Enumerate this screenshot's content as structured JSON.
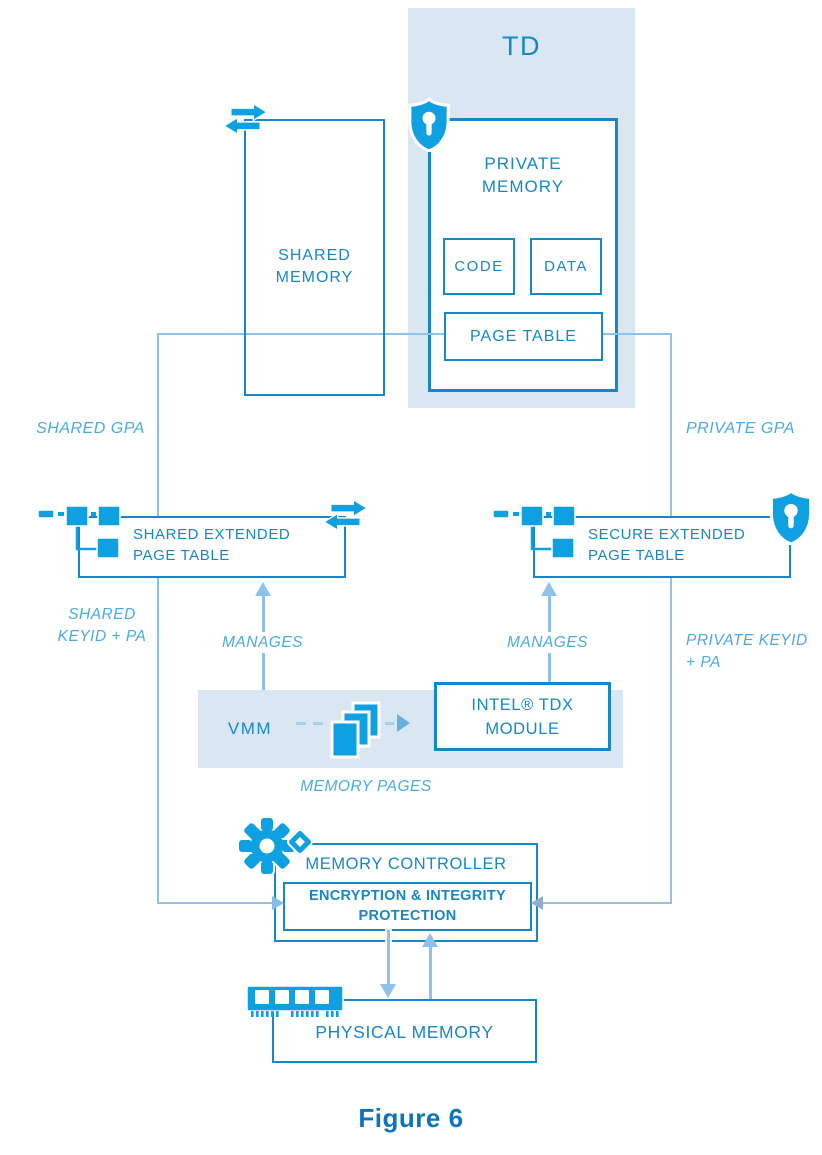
{
  "diagram": {
    "td": {
      "title": "TD"
    },
    "shared_memory": {
      "label": "SHARED\nMEMORY"
    },
    "private_memory": {
      "label": "PRIVATE\nMEMORY",
      "code": "CODE",
      "data": "DATA",
      "page_table": "PAGE TABLE"
    },
    "shared_ept": {
      "label": "SHARED EXTENDED\nPAGE TABLE"
    },
    "secure_ept": {
      "label": "SECURE EXTENDED\nPAGE TABLE"
    },
    "vmm": {
      "label": "VMM"
    },
    "tdx_module": {
      "label": "INTEL® TDX\nMODULE"
    },
    "memory_controller": {
      "label": "MEMORY CONTROLLER",
      "encryption": "ENCRYPTION & INTEGRITY\nPROTECTION"
    },
    "physical_memory": {
      "label": "PHYSICAL MEMORY"
    },
    "labels": {
      "shared_gpa": "SHARED GPA",
      "private_gpa": "PRIVATE GPA",
      "shared_keyid": "SHARED\nKEYID + PA",
      "private_keyid": "PRIVATE KEYID\n+ PA",
      "manages_left": "MANAGES",
      "manages_right": "MANAGES",
      "memory_pages": "MEMORY PAGES"
    },
    "caption": "Figure 6",
    "colors": {
      "icon_blue": "#0ea0e0",
      "border_blue": "#1787c8",
      "label_blue": "#4aabe2",
      "line_left": "#8cc2ec",
      "line_right": "#9fbde2",
      "band_bg": "#dbe6f3",
      "caption_blue": "#0d74bc"
    }
  }
}
